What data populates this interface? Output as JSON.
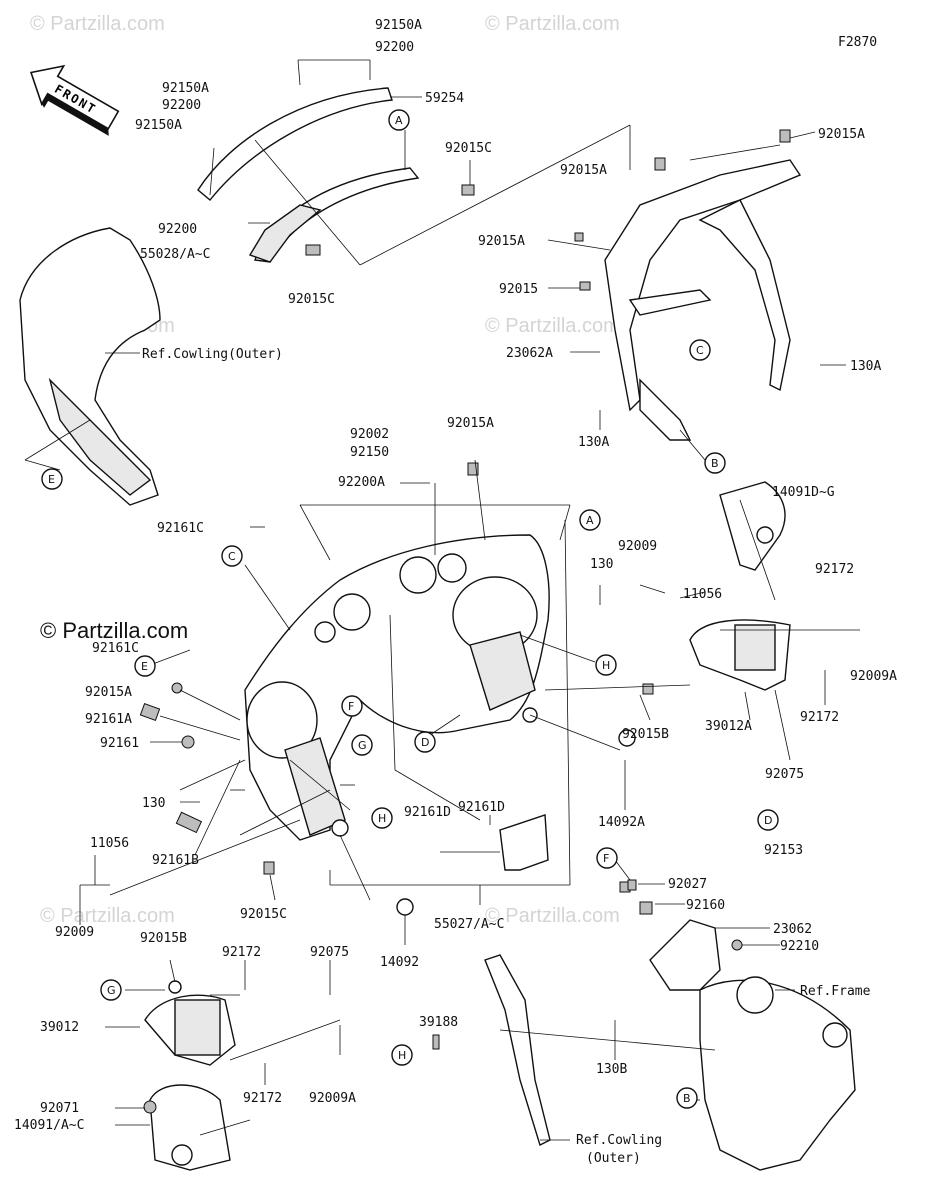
{
  "figure_code": "F2870",
  "front_label": "FRONT",
  "watermark_small": "© Partzilla.com",
  "watermark_large": "© Partzilla.com",
  "part_labels": [
    "92150A",
    "92200",
    "59254",
    "92150A",
    "92200",
    "92150A",
    "92200",
    "55028/A~C",
    "92015C",
    "92015C",
    "92015A",
    "92015A",
    "92015A",
    "92015",
    "23062A",
    "130A",
    "130A",
    "92002",
    "92150",
    "92015A",
    "92200A",
    "92161C",
    "14091D~G",
    "92009",
    "11056",
    "130",
    "92172",
    "92009A",
    "92161C",
    "92015A",
    "92161A",
    "92161",
    "130",
    "92161B",
    "92015B",
    "39012A",
    "92172",
    "92075",
    "92161D",
    "92161D",
    "14092A",
    "92153",
    "11056",
    "92009",
    "92015C",
    "14092",
    "55027/A~C",
    "92027",
    "92160",
    "23062",
    "92210",
    "Ref.Frame",
    "130B",
    "92015B",
    "92172",
    "92075",
    "39012",
    "92071",
    "92172",
    "92009A",
    "14091/A~C",
    "39188",
    "Ref.Cowling(Outer)"
  ],
  "ref_outer_top": "Ref.Cowling(Outer)",
  "ref_outer_bottom": "Ref.Cowling",
  "ref_outer_bottom_2": "(Outer)",
  "callouts": [
    "A",
    "A",
    "B",
    "B",
    "C",
    "C",
    "D",
    "D",
    "E",
    "E",
    "F",
    "F",
    "G",
    "G",
    "H",
    "H",
    "H"
  ]
}
